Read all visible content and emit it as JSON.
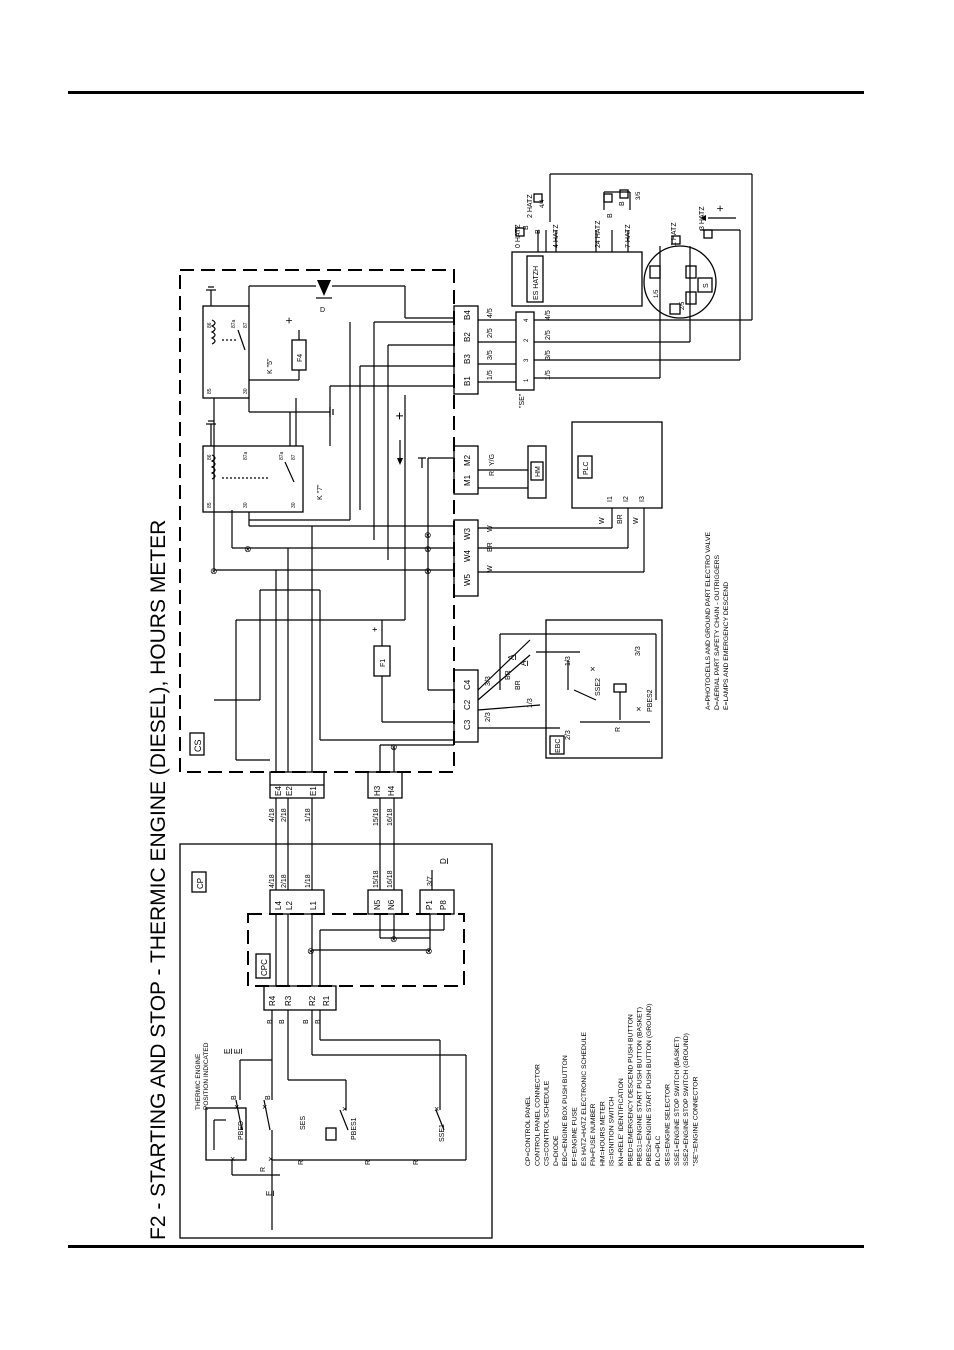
{
  "title": "F2 - STARTING AND STOP - THERMIC ENGINE (DIESEL), HOURS METER",
  "blocks": {
    "cs": "CS",
    "cp": "CP",
    "cpc": "CPC",
    "hm": "HM",
    "plc": "PLC",
    "ebc": "EBC",
    "es": "ES HATZH",
    "se": "\"SE\""
  },
  "relays": {
    "k5": "K \"5\"",
    "k7": "K \"7\"",
    "f4": "F4",
    "f1": "F1",
    "d": "D"
  },
  "cs_terminals": {
    "e": [
      "E4",
      "E2",
      "E1"
    ],
    "h": [
      "H3",
      "H4"
    ],
    "c": [
      "C3",
      "C2",
      "C4"
    ],
    "w": [
      "W5",
      "W4",
      "W3"
    ],
    "m": [
      "M1",
      "M2"
    ],
    "b": [
      "B1",
      "B3",
      "B2",
      "B4"
    ]
  },
  "cp_terminals": {
    "l": [
      "L4",
      "L2",
      "L1"
    ],
    "n": [
      "N5",
      "N6"
    ],
    "p": [
      "P1",
      "P8"
    ],
    "r": [
      "R4",
      "R3",
      "R2",
      "R1"
    ]
  },
  "wire_labels": {
    "e_link": [
      "4/18",
      "2/18",
      "1/18"
    ],
    "h_link": [
      "15/18",
      "16/18"
    ],
    "l_cp": [
      "4/18",
      "2/18",
      "1/18"
    ],
    "n_cp": [
      "15/18",
      "16/18"
    ],
    "p_cp": "3/7",
    "b_to_se": [
      "1/5",
      "3/5",
      "2/5",
      "4/5"
    ],
    "se_pins": [
      "1",
      "3",
      "2",
      "4"
    ],
    "se_out": [
      "1/5",
      "3/5",
      "2/5",
      "4/5"
    ],
    "w_colors": [
      "W",
      "BR",
      "W"
    ],
    "m_colors": [
      "R",
      "Y/G"
    ],
    "plc_wires": [
      "W",
      "BR",
      "W"
    ],
    "plc_inputs": [
      "I1",
      "I2",
      "I3"
    ],
    "cs_c_wires": [
      "3/3",
      "BR",
      "BR"
    ],
    "cs_c_letters": [
      "A",
      "A"
    ],
    "r_colors": [
      "B",
      "B",
      "B",
      "B"
    ]
  },
  "hatz": {
    "labels": [
      "0 HATZ",
      "2 HATZ",
      "4 HATZ",
      "24 HATZ",
      "7 HATZ",
      "1 HATZ",
      "3 HATZ"
    ],
    "colors": [
      "B",
      "B",
      "B",
      "B"
    ],
    "codes": [
      "4/4",
      "3/5",
      "1/5",
      "2/5"
    ],
    "sw_label": "S"
  },
  "ebc": {
    "pins": [
      "2/3",
      "1/3",
      "3/3"
    ],
    "sw1": "SSE2",
    "sw2": "PBES2",
    "wire": "R"
  },
  "cp_inner": {
    "note": "THERMIC ENGINE\nPOSITION INDICATED",
    "switches": [
      "PBED",
      "SES",
      "PBES1",
      "SSE1"
    ],
    "wires": [
      "B",
      "B",
      "R",
      "R",
      "R",
      "R"
    ],
    "letters": [
      "E",
      "E",
      "E"
    ],
    "d_letter": "D"
  },
  "legend_abc": [
    "A=PHOTOCELLS AND GROUND PART ELECTRO VALVE",
    "D=AERIAL  PART SAFETY CHAIN - OUTRIGGERS",
    "E=LAMPS AND EMERGENCY DESCEND"
  ],
  "legend": [
    "CP=CONTROL PANEL",
    "CONTROL PANEL CONNECTOR",
    "CS=CONTROL SCHEDULE",
    "D=DIODE",
    "EBC=ENGINE BOX PUSH BUTTON",
    "EF=ENGINE FUSE",
    "ES HATZ=HATZ ELECTRONIC SCHEDULE",
    "FN=FUSE NUMBER",
    "HM=HOURS METER",
    "IS=IGNITION SWITCH",
    "KN=RELE' IDENTIFICATION",
    "PBED=EMERGENCY DESCEND PUSH BUTTON",
    "PBES1=ENGINE START PUSH BUTTON (BASKET)",
    "PBES2=ENGINE START PUSH BUTTON (GROUND)",
    "PLC=PLC",
    "SES=ENGINE SELECTOR",
    "SSE1=ENGINE STOP SWITCH (BASKET)",
    "SSE2=ENGINE STOP SWITCH (GROUND)",
    "\"SE\"=ENGINE CONNECTOR"
  ]
}
